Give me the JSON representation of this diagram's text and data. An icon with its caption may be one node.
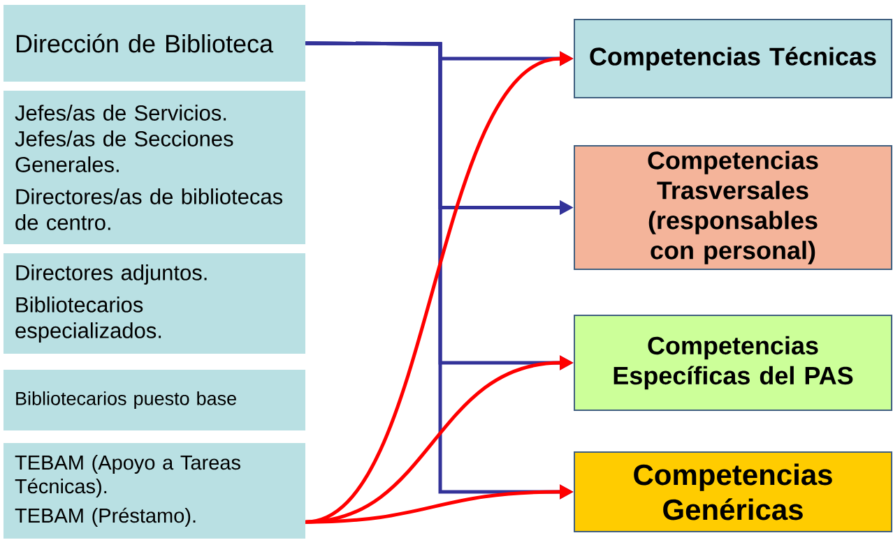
{
  "diagram": {
    "nodes": [
      {
        "text": [
          "Dirección de Biblioteca"
        ]
      },
      {
        "text": [
          "Jefes/as de Servicios. Jefes/as de Secciones Generales.",
          "Directores/as de bibliotecas de centro."
        ]
      },
      {
        "text": [
          "Directores adjuntos.",
          "Bibliotecarios especializados."
        ]
      },
      {
        "text": [
          "Bibliotecarios puesto base"
        ]
      },
      {
        "text": [
          "TEBAM (Apoyo a Tareas Técnicas).",
          "TEBAM (Préstamo)."
        ]
      },
      {
        "text": [
          "Competencias Técnicas"
        ]
      },
      {
        "text": [
          "Competencias Trasversales (responsables con personal)"
        ]
      },
      {
        "text": [
          "Competencias Específicas del PAS"
        ]
      },
      {
        "text": [
          "Competencias Genéricas"
        ]
      }
    ],
    "edges": [
      {
        "from": 0,
        "to": 5,
        "arrow": "to"
      },
      {
        "from": 0,
        "to": 6,
        "arrow": "to"
      },
      {
        "from": 0,
        "to": 7,
        "arrow": "to"
      },
      {
        "from": 0,
        "to": 8,
        "arrow": "to"
      },
      {
        "from": 4,
        "to": 5,
        "arrow": "to",
        "color": "#ff0000"
      },
      {
        "from": 4,
        "to": 7,
        "arrow": "to",
        "color": "#ff0000"
      },
      {
        "from": 4,
        "to": 8,
        "arrow": "to",
        "color": "#ff0000"
      }
    ]
  }
}
